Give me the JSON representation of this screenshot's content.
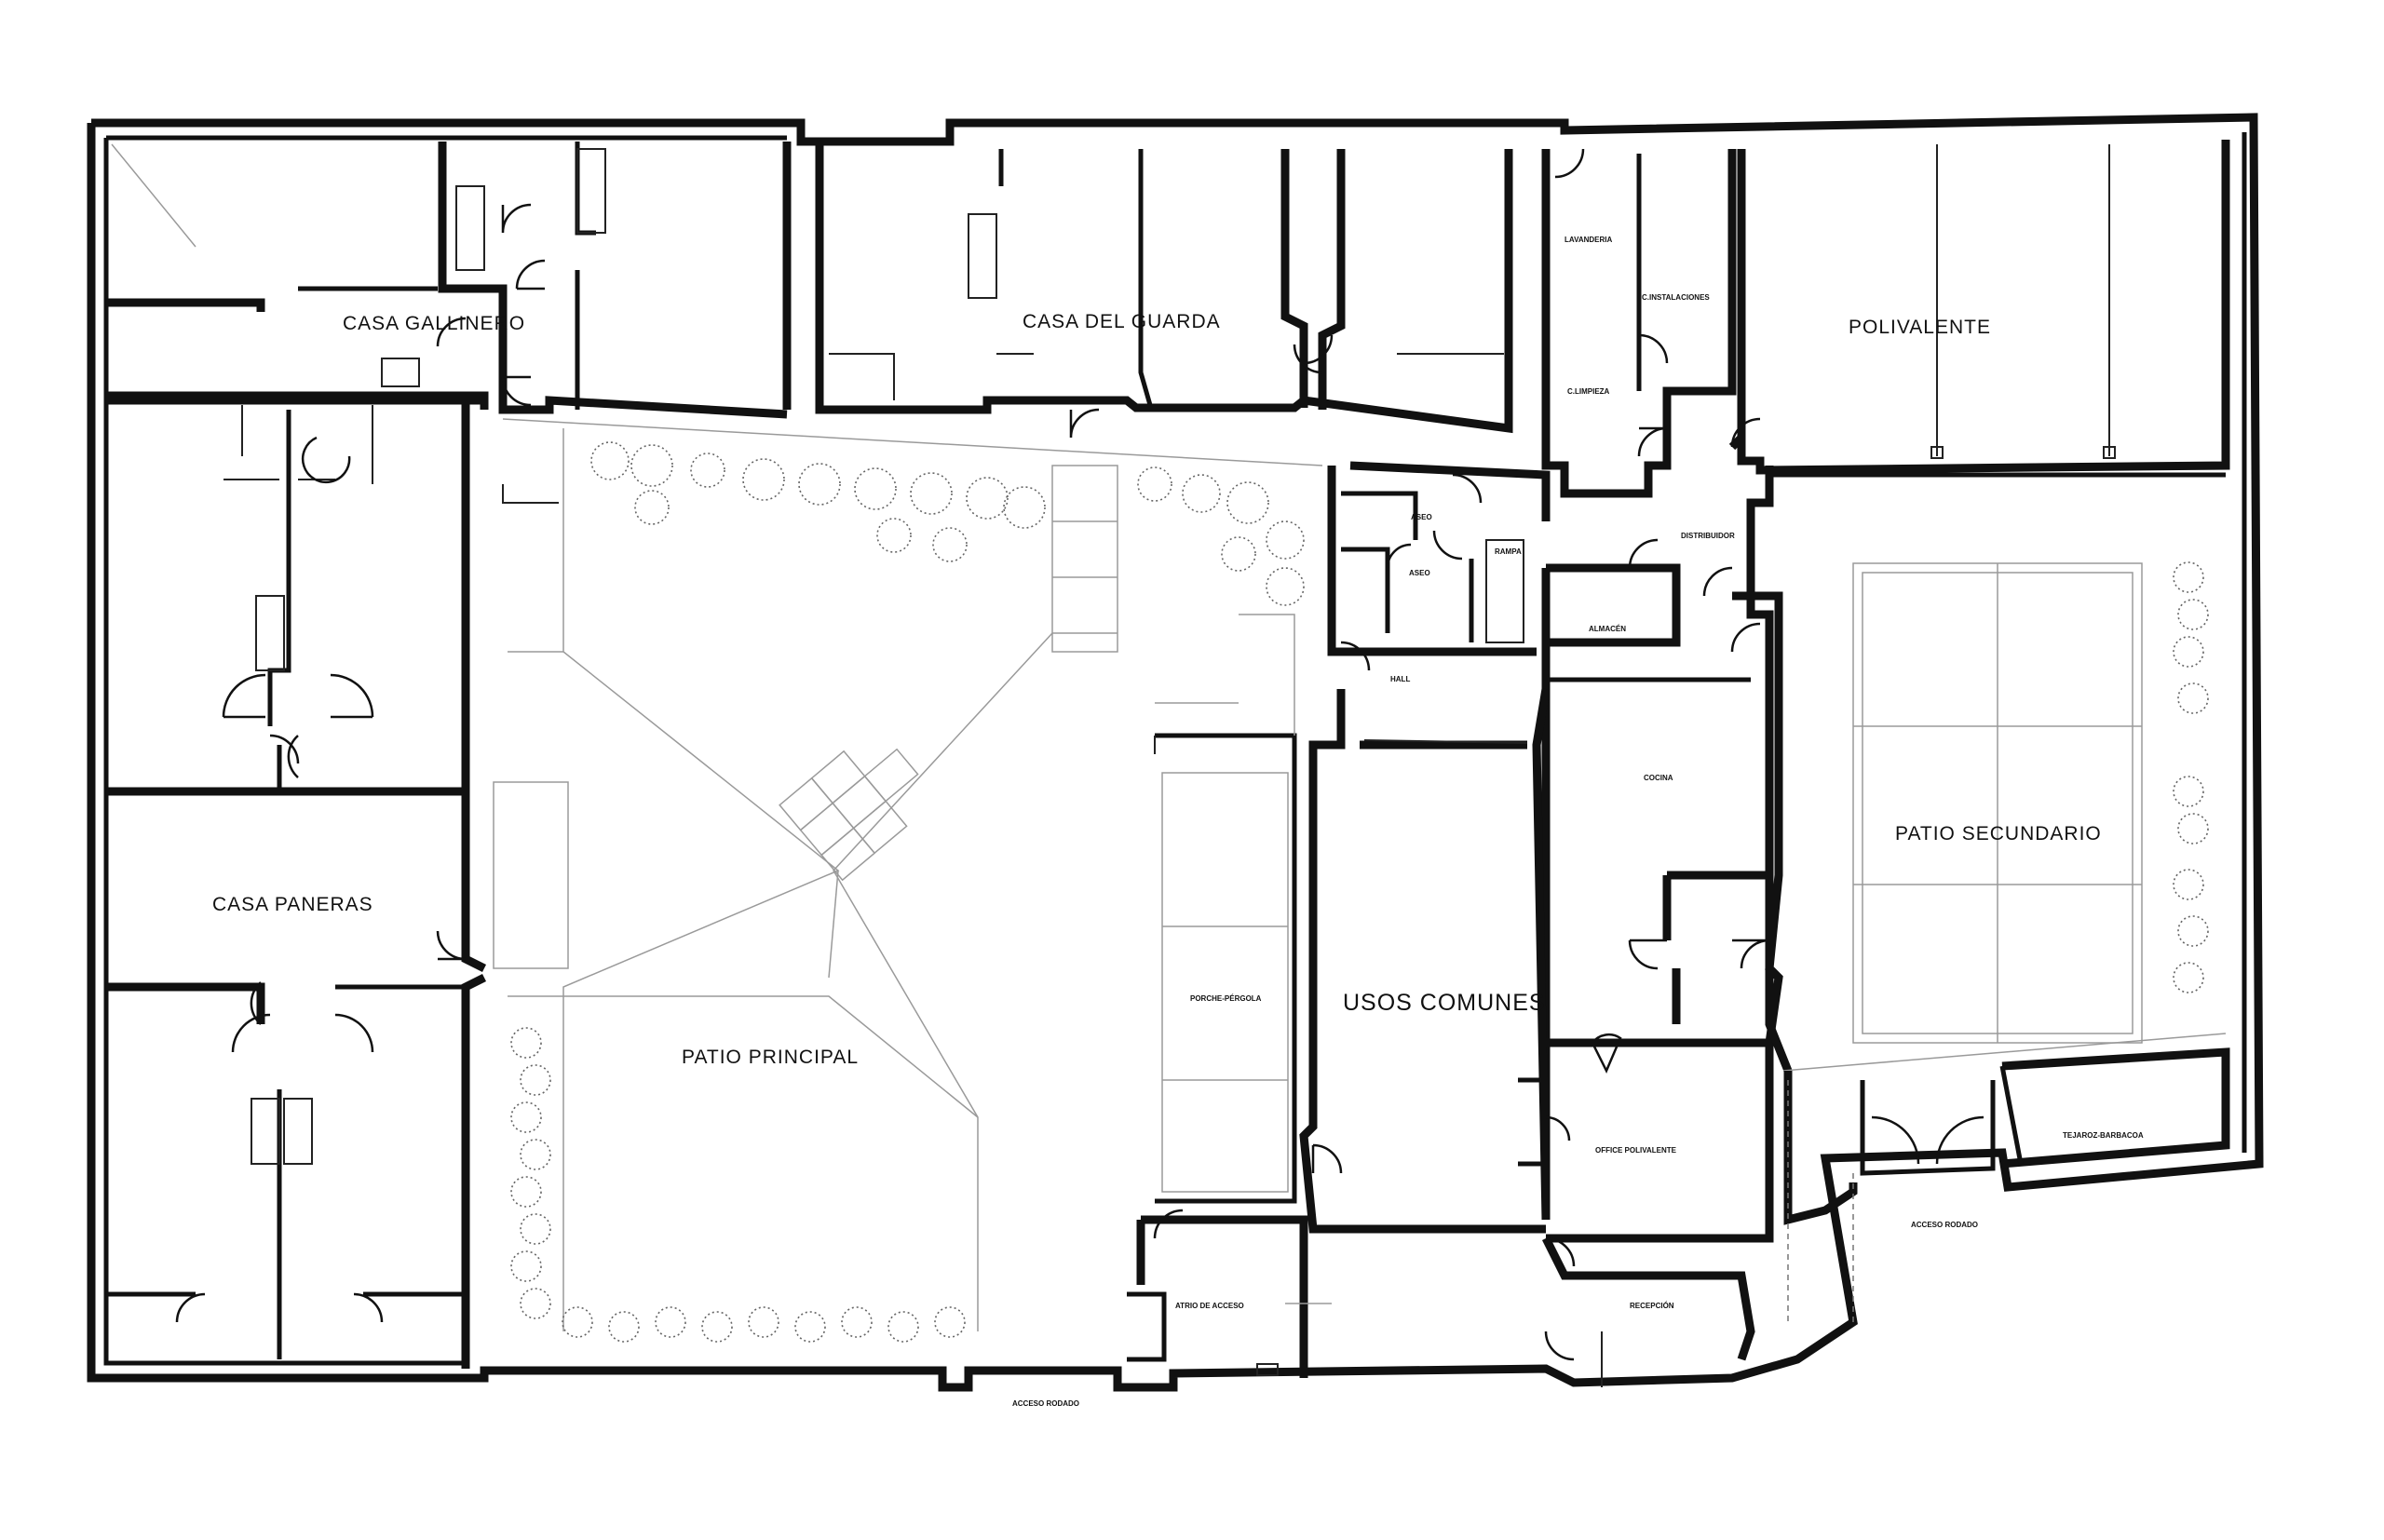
{
  "rooms": {
    "casa_gallinero": "CASA GALLINERO",
    "casa_del_guarda": "CASA DEL GUARDA",
    "polivalente": "POLIVALENTE",
    "lavanderia": "LAVANDERIA",
    "c_instalaciones": "C.INSTALACIONES",
    "c_limpieza": "C.LIMPIEZA",
    "aseo_1": "ASEO",
    "aseo_2": "ASEO",
    "rampa": "RAMPA",
    "distribuidor": "DISTRIBUIDOR",
    "almacen": "ALMACÉN",
    "hall": "HALL",
    "cocina": "COCINA",
    "patio_secundario": "PATIO SECUNDARIO",
    "casa_paneras": "CASA PANERAS",
    "usos_comunes": "USOS COMUNES",
    "porche_pergola": "PORCHE-PÉRGOLA",
    "patio_principal": "PATIO PRINCIPAL",
    "office_polivalente": "OFFICE POLIVALENTE",
    "tejaroz_barbacoa": "TEJAROZ-BARBACOA",
    "acceso_rodado_east": "ACCESO RODADO",
    "atrio_de_acceso": "ATRIO DE ACCESO",
    "recepcion": "RECEPCIÓN",
    "acceso_rodado_south": "ACCESO RODADO"
  }
}
